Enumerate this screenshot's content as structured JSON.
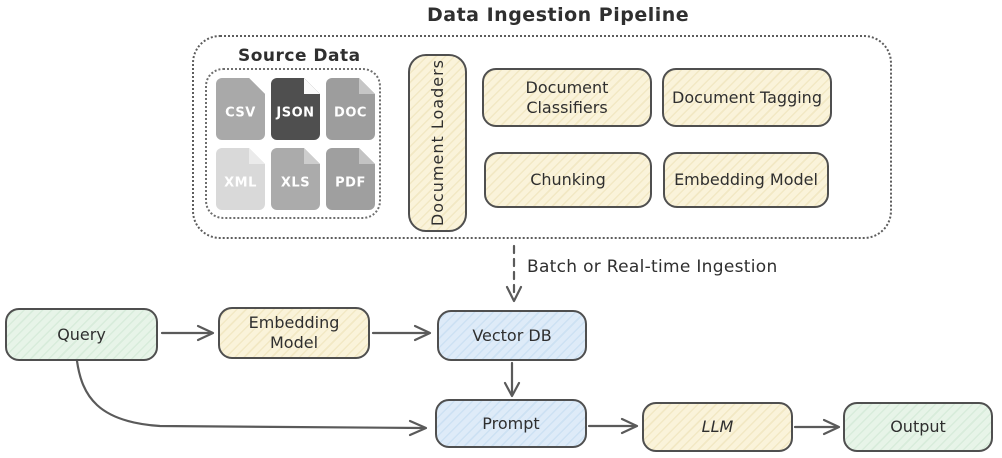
{
  "title": "Data Ingestion Pipeline",
  "colors": {
    "cream-fill": "#faf3da",
    "cream-hatch": "#f2e8c4",
    "green-fill": "#e7f4e8",
    "green-hatch": "#d8ecdb",
    "blue-fill": "#deebf8",
    "blue-hatch": "#cde1f3",
    "border": "#4f4f4f",
    "arrow": "#5a5a5a",
    "text": "#2f2f2f"
  },
  "pipeline": {
    "source": {
      "label": "Source Data",
      "files": [
        {
          "name": "CSV",
          "fill": "#a9a9a9",
          "fold": "#a9a9a9"
        },
        {
          "name": "JSON",
          "fill": "#4f4f4f",
          "fold": "#fafafa"
        },
        {
          "name": "DOC",
          "fill": "#9d9d9d",
          "fold": "#c6c6c6"
        },
        {
          "name": "XML",
          "fill": "#d9d9d9",
          "fold": "#ebebeb"
        },
        {
          "name": "XLS",
          "fill": "#ababab",
          "fold": "#cdcdcd"
        },
        {
          "name": "PDF",
          "fill": "#9f9f9f",
          "fold": "#c3c3c3"
        }
      ]
    },
    "loaders_label": "Document Loaders",
    "stages": [
      {
        "label": "Document Classifiers"
      },
      {
        "label": "Document Tagging"
      },
      {
        "label": "Chunking"
      },
      {
        "label": "Embedding Model"
      }
    ]
  },
  "ingestion_arrow_label": "Batch or Real-time Ingestion",
  "flow": {
    "query": "Query",
    "embedding_model": "Embedding Model",
    "vector_db": "Vector DB",
    "prompt": "Prompt",
    "llm": "LLM",
    "output": "Output"
  }
}
